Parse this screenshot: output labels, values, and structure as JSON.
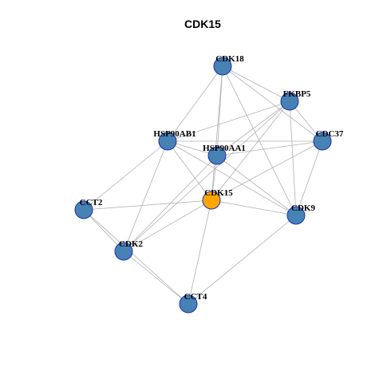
{
  "title": "CDK15",
  "colors": {
    "node_default": "#4682b4",
    "node_focus": "#ffa500",
    "node_border": "#1f2fb3",
    "edge": "#b0b0b0"
  },
  "nodes": [
    {
      "id": "CDK18",
      "focus": false
    },
    {
      "id": "FKBP5",
      "focus": false
    },
    {
      "id": "HSP90AB1",
      "focus": false
    },
    {
      "id": "CDC37",
      "focus": false
    },
    {
      "id": "HSP90AA1",
      "focus": false
    },
    {
      "id": "CDK15",
      "focus": true
    },
    {
      "id": "CCT2",
      "focus": false
    },
    {
      "id": "CDK9",
      "focus": false
    },
    {
      "id": "CDK2",
      "focus": false
    },
    {
      "id": "CCT4",
      "focus": false
    }
  ],
  "edges": [
    [
      "CDK18",
      "FKBP5"
    ],
    [
      "CDK18",
      "HSP90AB1"
    ],
    [
      "CDK18",
      "HSP90AA1"
    ],
    [
      "CDK18",
      "CDK15"
    ],
    [
      "CDK18",
      "CDC37"
    ],
    [
      "CDK18",
      "CDK9"
    ],
    [
      "FKBP5",
      "HSP90AB1"
    ],
    [
      "FKBP5",
      "HSP90AA1"
    ],
    [
      "FKBP5",
      "CDC37"
    ],
    [
      "FKBP5",
      "CDK9"
    ],
    [
      "FKBP5",
      "CDK15"
    ],
    [
      "FKBP5",
      "CDK2"
    ],
    [
      "HSP90AB1",
      "HSP90AA1"
    ],
    [
      "HSP90AB1",
      "CDC37"
    ],
    [
      "HSP90AB1",
      "CCT2"
    ],
    [
      "HSP90AB1",
      "CDK2"
    ],
    [
      "HSP90AB1",
      "CDK9"
    ],
    [
      "HSP90AB1",
      "CDK15"
    ],
    [
      "HSP90AA1",
      "CDC37"
    ],
    [
      "HSP90AA1",
      "CDK15"
    ],
    [
      "HSP90AA1",
      "CDK9"
    ],
    [
      "HSP90AA1",
      "CDK2"
    ],
    [
      "CDC37",
      "CDK15"
    ],
    [
      "CDC37",
      "CDK9"
    ],
    [
      "CDK15",
      "CCT2"
    ],
    [
      "CDK15",
      "CDK9"
    ],
    [
      "CDK15",
      "CDK2"
    ],
    [
      "CDK15",
      "CCT4"
    ],
    [
      "CCT2",
      "CDK2"
    ],
    [
      "CCT2",
      "CCT4"
    ],
    [
      "CDK2",
      "CCT4"
    ],
    [
      "CDK9",
      "CCT4"
    ]
  ]
}
